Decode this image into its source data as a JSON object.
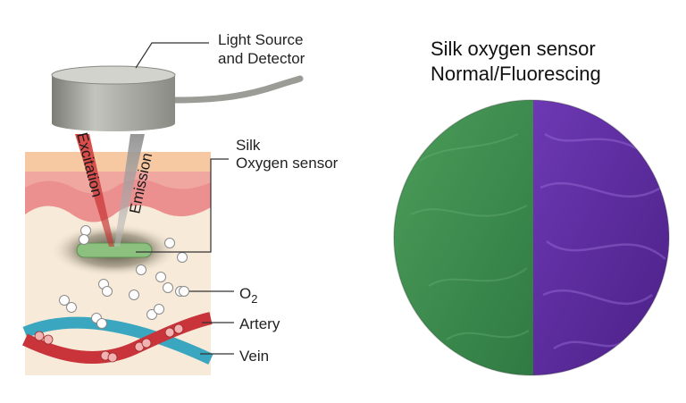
{
  "diagram": {
    "labels": {
      "light_source": [
        "Light Source",
        "and Detector"
      ],
      "sensor": [
        "Silk",
        "Oxygen sensor"
      ],
      "excitation": "Excitation",
      "emission": "Emission",
      "oxygen": "O",
      "oxygen_subscript": "2",
      "artery": "Artery",
      "vein": "Vein"
    },
    "photo": {
      "title": [
        "Silk oxygen sensor",
        "Normal/Fluorescing"
      ],
      "states": [
        "normal",
        "fluorescing"
      ]
    },
    "colors": {
      "skin_top": "#f6c9a3",
      "dermis": "#ec8f8f",
      "tissue": "#f7ead9",
      "sensor": "#8cc07e",
      "artery": "#c9333a",
      "vein": "#3aa6bf",
      "normal_disc": "#3f8f4f",
      "fluorescing_disc": "#5b2a9c"
    }
  }
}
